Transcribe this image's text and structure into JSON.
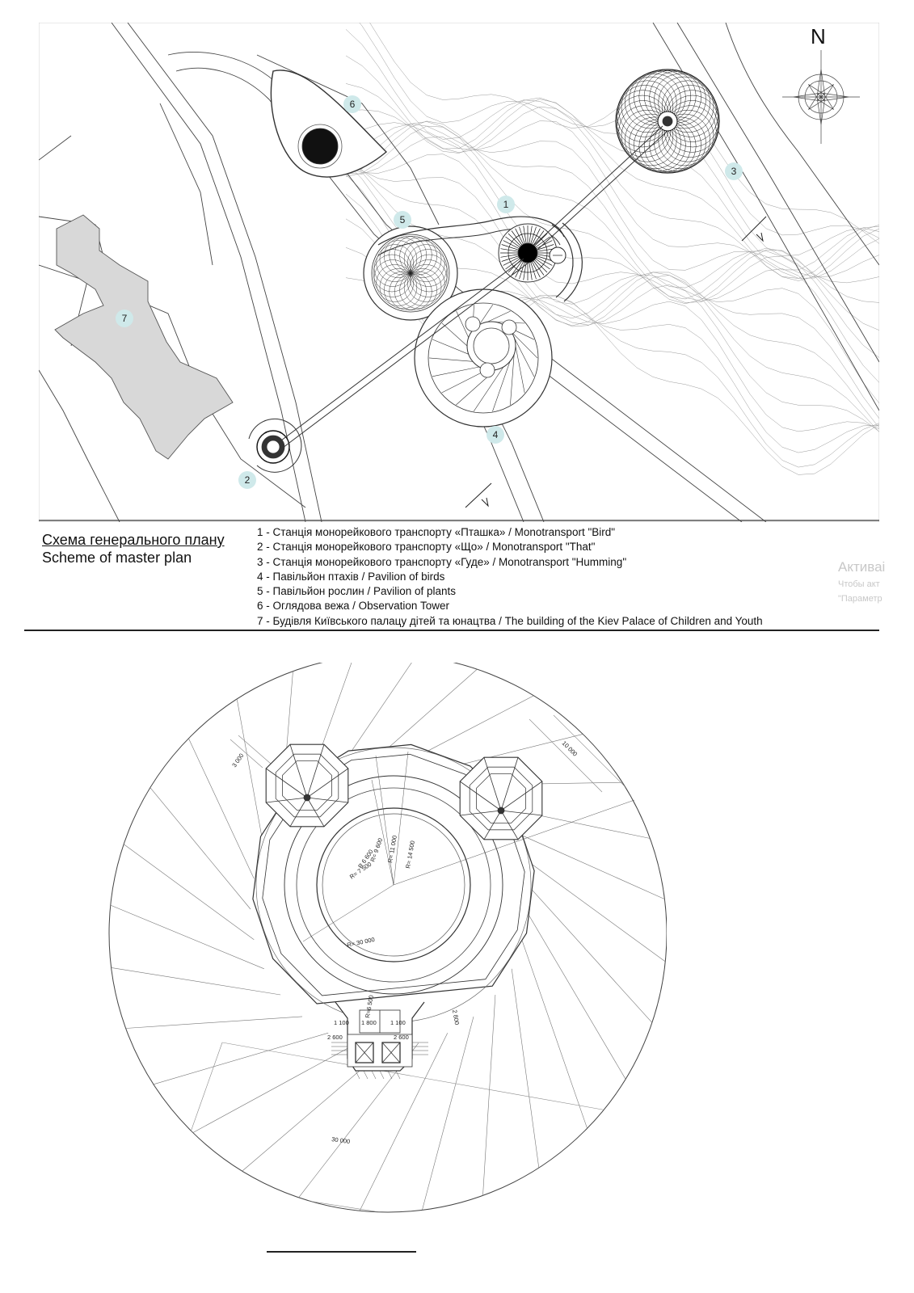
{
  "plan": {
    "north_label": "N",
    "markers": [
      {
        "id": 1,
        "label": "1"
      },
      {
        "id": 2,
        "label": "2"
      },
      {
        "id": 3,
        "label": "3"
      },
      {
        "id": 4,
        "label": "4"
      },
      {
        "id": 5,
        "label": "5"
      },
      {
        "id": 6,
        "label": "6"
      },
      {
        "id": 7,
        "label": "7"
      }
    ],
    "marker_color": "#cfe9ea"
  },
  "legend": {
    "title_uk": "Схема генерального плану",
    "title_en": "Scheme of master plan",
    "items": [
      "1 - Станція монорейкового транспорту «Пташка» / Monotransport \"Bird\"",
      "2 - Станція монорейкового транспорту «Що» /  Monotransport \"That\"",
      "3 - Станція монорейкового транспорту «Гуде» /  Monotransport  \"Humming\"",
      "4 - Павільйон птахів / Pavilion of birds",
      "5 - Павільйон рослин /  Pavilion of plants",
      "6 - Оглядова вежа / Observation Tower",
      "7 - Будівля Київського палацу дітей та юнацтва / The building of the Kiev Palace of Children and Youth"
    ]
  },
  "watermark": {
    "line1": "Активаі",
    "line2": "Чтобы акт",
    "line3": "\"Параметр"
  },
  "detail": {
    "dims": {
      "r_outer": "R= 30 000",
      "r_14500": "R= 14 500",
      "r_11000": "R= 11 000",
      "r_9600": "R= 9 600",
      "r_6600": "R 6 600",
      "r_7500": "R= 7 500",
      "r_6500": "R=6 500",
      "d_10000": "10 000",
      "d_3000": "3 000",
      "d_2800": "2 800",
      "d_1100_l": "1 100",
      "d_1800": "1 800",
      "d_1100_r": "1 100",
      "d_2600_l": "2 600",
      "d_2600_r": "2 600",
      "d_30000": "30 000"
    }
  }
}
